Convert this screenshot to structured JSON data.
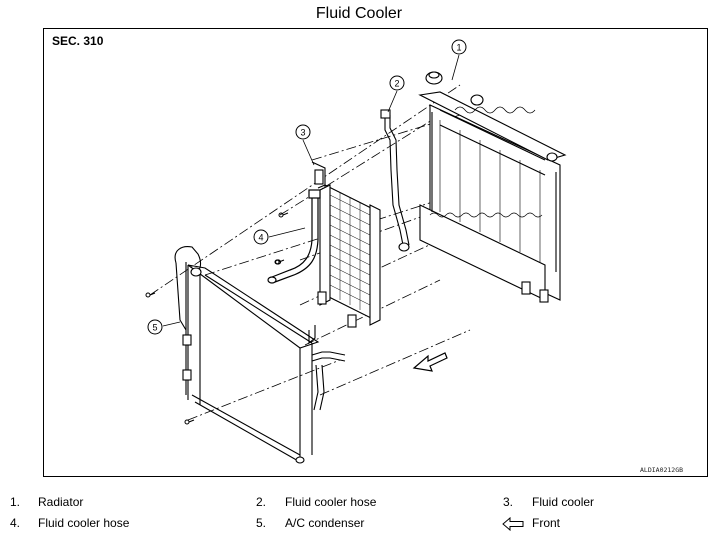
{
  "title": "Fluid Cooler",
  "section": "SEC. 310",
  "figure_code": "ALDIA0212GB",
  "callouts": [
    "1",
    "2",
    "3",
    "4",
    "5"
  ],
  "legend": [
    {
      "num": "1.",
      "label": "Radiator"
    },
    {
      "num": "2.",
      "label": "Fluid cooler hose"
    },
    {
      "num": "3.",
      "label": "Fluid cooler"
    },
    {
      "num": "4.",
      "label": "Fluid cooler hose"
    },
    {
      "num": "5.",
      "label": "A/C condenser"
    },
    {
      "icon": "front-arrow-icon",
      "label": "Front"
    }
  ]
}
